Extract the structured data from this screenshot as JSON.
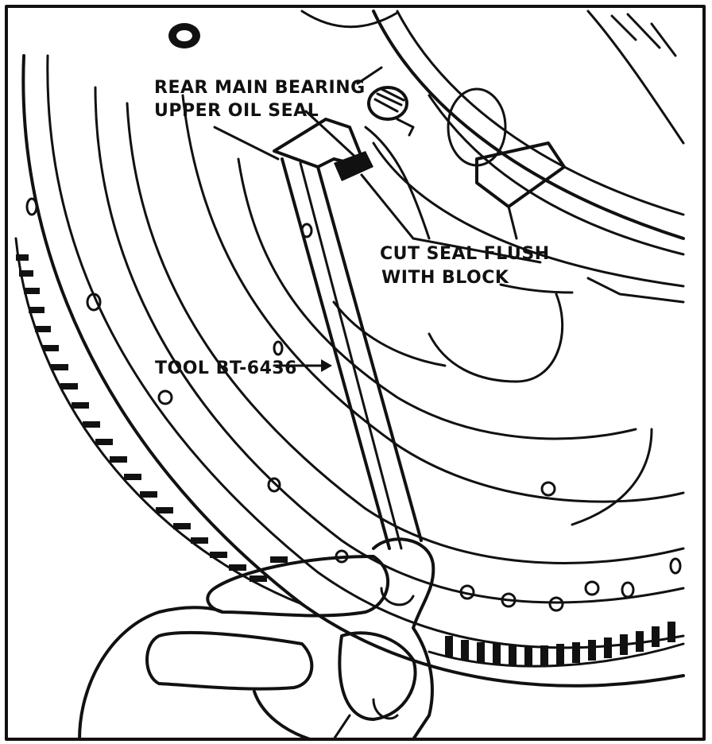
{
  "labels": {
    "seal_line1": "REAR MAIN BEARING",
    "seal_line2": "UPPER OIL SEAL",
    "cut_line1": "CUT SEAL FLUSH",
    "cut_line2": "WITH BLOCK",
    "tool": "TOOL BT-6436"
  },
  "colors": {
    "ink": "#111111",
    "paper": "#ffffff"
  }
}
